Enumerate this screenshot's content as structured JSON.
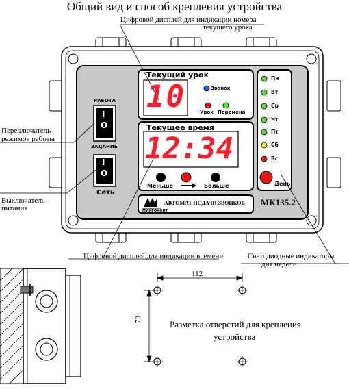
{
  "title": "Общий вид и способ крепления устройства",
  "callouts": {
    "lesson_display": "Цифровой дисплей для индикации номера",
    "lesson_display_2": "текущего урока",
    "mode_switch": "Переключатель",
    "mode_switch_2": "режимов работы",
    "power_switch": "Выключатель",
    "power_switch_2": "питания",
    "time_display": "Цифровой дисплей для индикации времени",
    "weekday_leds": "Светодиодные индикаторы",
    "weekday_leds_2": "дня недели"
  },
  "device": {
    "lesson_panel_title": "Текущий урок",
    "lesson_value": "10",
    "bell_label": "Звонок",
    "lesson_label": "Урок",
    "break_label": "Перемена",
    "time_panel_title": "Текущее время",
    "time_value": "12:34",
    "less_label": "Меньше",
    "more_label": "Больше",
    "mode_top_label": "РАБОТА",
    "mode_bottom_label": "ЗАДАНИЕ",
    "switch_on": "I",
    "switch_off": "O",
    "power_label": "Сеть",
    "brand": "МИКРОКОНТ",
    "logo_name": "АВТОМАТ ПОДАЧИ ЗВОНКОВ",
    "model": "МК135.2",
    "day_button_label": "День",
    "days": [
      "Пн",
      "Вт",
      "Ср",
      "Чт",
      "Пт",
      "Сб",
      "Вс"
    ]
  },
  "colors": {
    "display_text": "#ff1a2a",
    "led_green": "#55dd33",
    "led_yellow": "#ffee22",
    "led_red": "#ee1111",
    "led_blue": "#1a66ff",
    "panel_grey": "#c8c8c8"
  },
  "mounting": {
    "width_dim": "112",
    "height_dim": "73",
    "caption": "Разметка отверстий для крепления",
    "caption_2": "устройства"
  }
}
